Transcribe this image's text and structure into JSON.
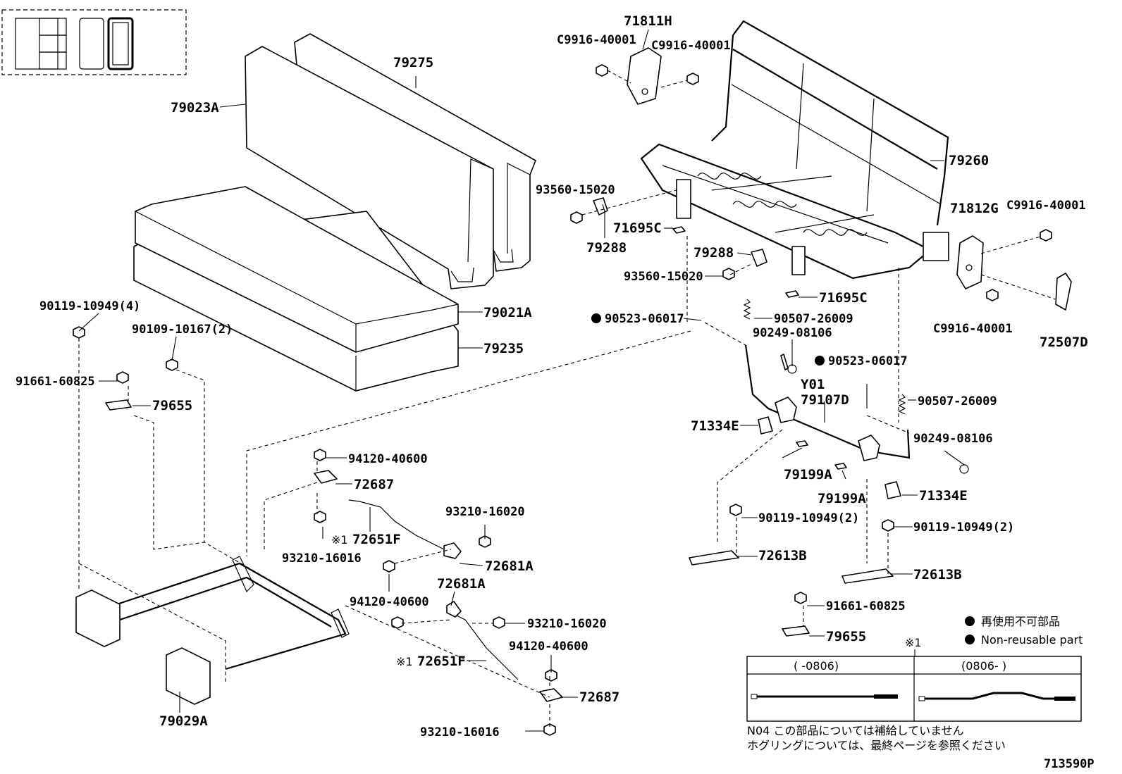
{
  "labels": {
    "p79275": "79275",
    "p79023A": "79023A",
    "p79021A": "79021A",
    "p79235": "79235",
    "p71811H": "71811H",
    "pC9916_a": "C9916-40001",
    "pC9916_b": "C9916-40001",
    "pC9916_c": "C9916-40001",
    "pC9916_d": "C9916-40001",
    "p79260": "79260",
    "p93560_a": "93560-15020",
    "p93560_b": "93560-15020",
    "p71695C_a": "71695C",
    "p71695C_b": "71695C",
    "p79288_a": "79288",
    "p79288_b": "79288",
    "p71812G": "71812G",
    "p72507D": "72507D",
    "p90523_a": "90523-06017",
    "p90523_b": "90523-06017",
    "p90507_a": "90507-26009",
    "p90507_b": "90507-26009",
    "p90249_a": "90249-08106",
    "p90249_b": "90249-08106",
    "pY01": "Y01",
    "p79107D": "79107D",
    "p71334E_a": "71334E",
    "p71334E_b": "71334E",
    "p79199A_a": "79199A",
    "p79199A_b": "79199A",
    "p90119_4": "90119-10949(4)",
    "p90109": "90109-10167(2)",
    "p91661_a": "91661-60825",
    "p91661_b": "91661-60825",
    "p79655_a": "79655",
    "p79655_b": "79655",
    "p94120_a": "94120-40600",
    "p94120_b": "94120-40600",
    "p94120_c": "94120-40600",
    "p72687_a": "72687",
    "p72687_b": "72687",
    "p72651F_a": "72651F",
    "p72651F_b": "72651F",
    "p93210_16020_a": "93210-16020",
    "p93210_16020_b": "93210-16020",
    "p93210_16016_a": "93210-16016",
    "p93210_16016_b": "93210-16016",
    "p72681A_a": "72681A",
    "p72681A_b": "72681A",
    "p90119_2a": "90119-10949(2)",
    "p90119_2b": "90119-10949(2)",
    "p72613B_a": "72613B",
    "p72613B_b": "72613B",
    "p79029A": "79029A",
    "mark1": "※1",
    "mark2": "※1",
    "mark3": "※1"
  },
  "legend": {
    "jp": "再使用不可部品",
    "en": "Non-reusable part"
  },
  "table": {
    "col1": "(      -0806)",
    "col2": "(0806-      )"
  },
  "notes": {
    "line1": "N04 この部品については補給していません",
    "line2": "ホグリングについては、最終ページを参照ください"
  },
  "diagram_id": "713590P"
}
